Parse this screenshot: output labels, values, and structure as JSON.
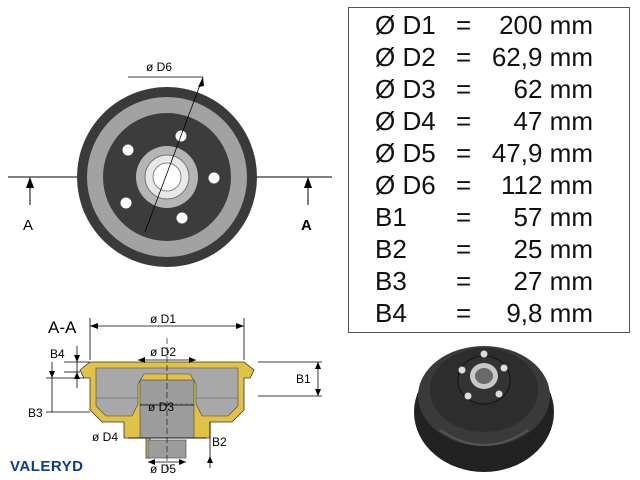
{
  "labels": {
    "d6": "ø D6",
    "section_a_left": "A",
    "section_a_right": "A",
    "section_title": "A-A",
    "d1": "ø D1",
    "d2": "ø D2",
    "d3": "ø D3",
    "d4": "ø D4",
    "d5": "ø D5",
    "b1": "B1",
    "b2": "B2",
    "b3": "B3",
    "b4": "B4"
  },
  "specs": [
    {
      "key": "Ø D1",
      "eq": "=",
      "value": "200 mm"
    },
    {
      "key": "Ø D2",
      "eq": "=",
      "value": "62,9 mm"
    },
    {
      "key": "Ø D3",
      "eq": "=",
      "value": "62 mm"
    },
    {
      "key": "Ø D4",
      "eq": "=",
      "value": "47 mm"
    },
    {
      "key": "Ø D5",
      "eq": "=",
      "value": "47,9 mm"
    },
    {
      "key": "Ø D6",
      "eq": "=",
      "value": "112 mm"
    },
    {
      "key": "B1",
      "eq": "=",
      "value": "57 mm"
    },
    {
      "key": "B2",
      "eq": "=",
      "value": "25 mm"
    },
    {
      "key": "B3",
      "eq": "=",
      "value": "27 mm"
    },
    {
      "key": "B4",
      "eq": "=",
      "value": "9,8 mm"
    }
  ],
  "brand": "VALERYD",
  "colors": {
    "drum_dark": "#3a3a3a",
    "drum_ring": "#9a9a9a",
    "hub_ring": "#b8b8b8",
    "section_steel": "#e2c244",
    "section_inner": "#a8a8a8",
    "brand_blue": "#0a3d8f"
  }
}
